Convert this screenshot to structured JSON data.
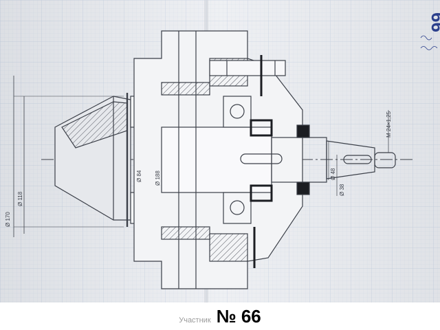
{
  "photo": {
    "description_icon": "drawing-photo",
    "score_mark": "66",
    "drawing_labels": {
      "dim_left_outer": "Ø 170",
      "dim_left_inner": "Ø 118",
      "dim_bearing_1": "Ø 84",
      "dim_bearing_2": "Ø 188",
      "dim_shaft_1": "Ø 48",
      "dim_shaft_2": "Ø 38",
      "dim_right_top": "M 24×1,25"
    },
    "colors": {
      "paper": "#eef0f3",
      "grid": "#c8d4e4",
      "pencil": "#3b3f48",
      "ink_blue": "#2b3f8c"
    }
  },
  "caption": {
    "label": "Участник",
    "number": "№ 66"
  }
}
